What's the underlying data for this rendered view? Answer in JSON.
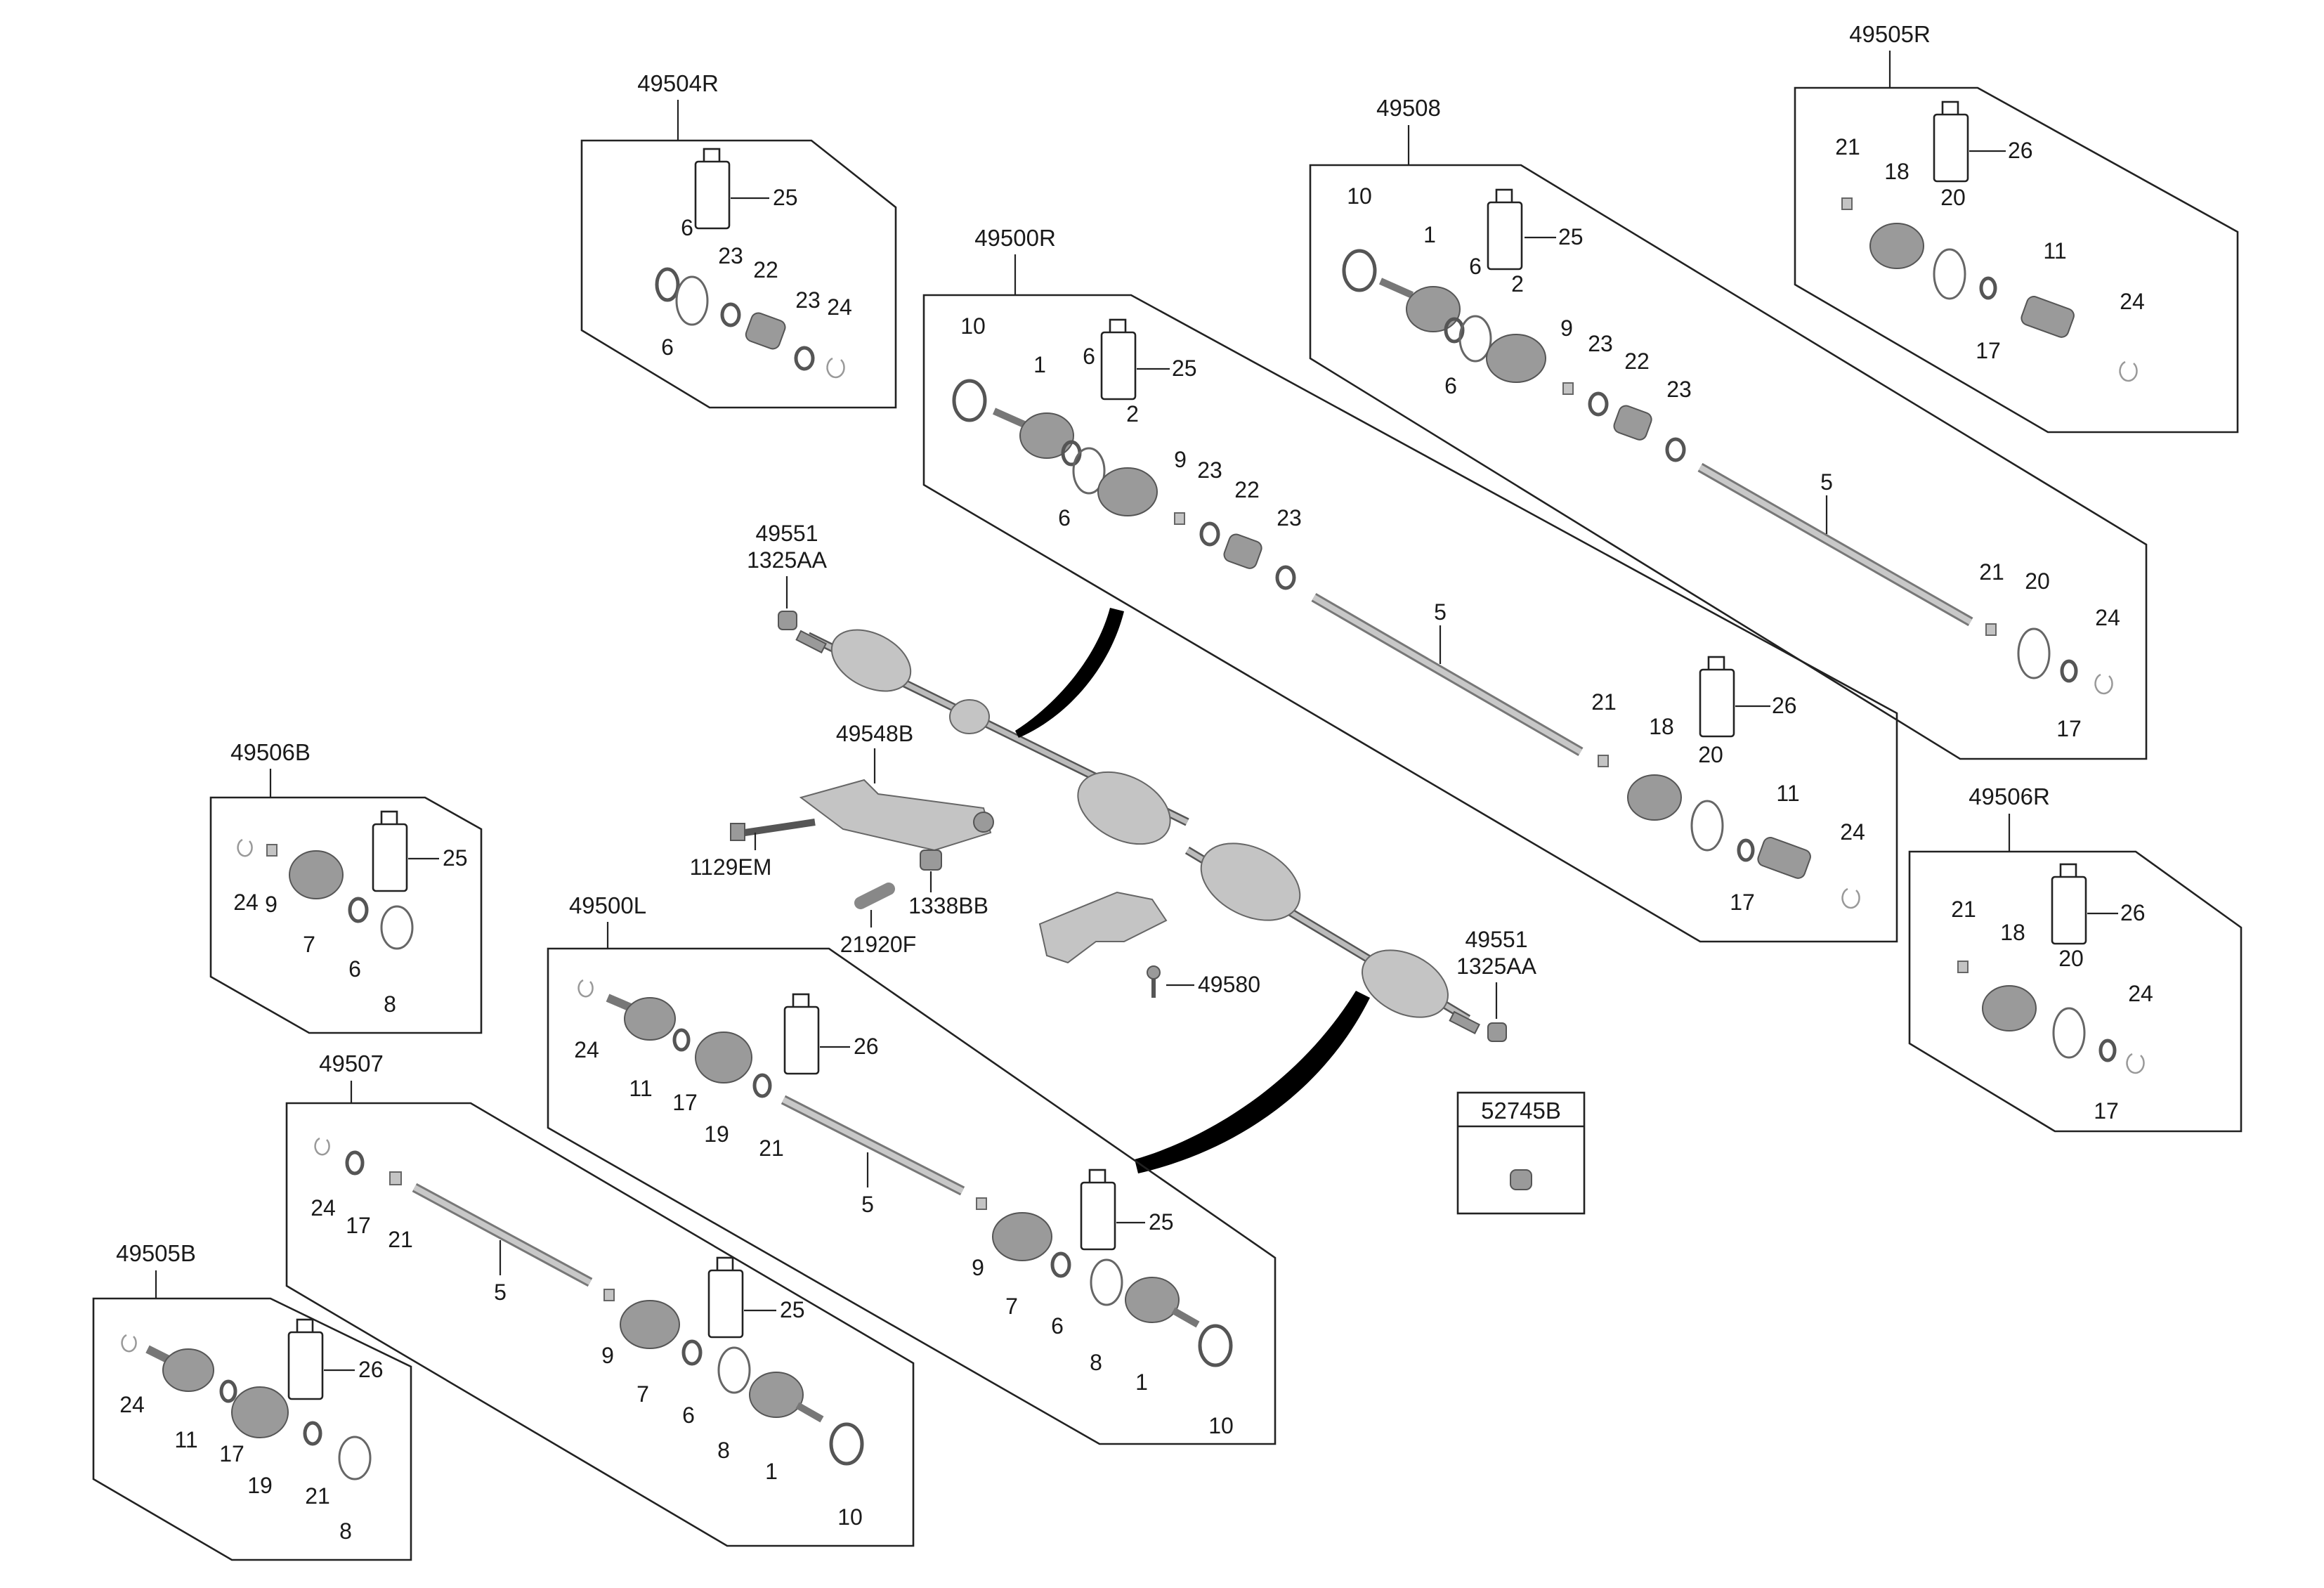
{
  "groups": {
    "g49504R": "49504R",
    "g49500R": "49500R",
    "g49508": "49508",
    "g49505R": "49505R",
    "g49506B": "49506B",
    "g49500L": "49500L",
    "g49507": "49507",
    "g49505B": "49505B",
    "g49506R": "49506R",
    "g52745B": "52745B"
  },
  "center": {
    "p49551_top": "49551",
    "p1325AA_top": "1325AA",
    "p49551_bot": "49551",
    "p1325AA_bot": "1325AA",
    "p49548B": "49548B",
    "p1129EM": "1129EM",
    "p1338BB": "1338BB",
    "p21920F": "21920F",
    "p49580": "49580"
  },
  "numbers": {
    "n1": "1",
    "n2": "2",
    "n5": "5",
    "n6": "6",
    "n7": "7",
    "n8": "8",
    "n9": "9",
    "n10": "10",
    "n11": "11",
    "n17": "17",
    "n18": "18",
    "n19": "19",
    "n20": "20",
    "n21": "21",
    "n22": "22",
    "n23": "23",
    "n24": "24",
    "n25": "25",
    "n26": "26"
  },
  "icons": {
    "bottle": "grease-bottle-icon",
    "ring": "seal-ring-icon",
    "boot": "cv-boot-icon",
    "joint": "cv-joint-icon",
    "shaft": "shaft-bar-icon",
    "clip": "circlip-icon",
    "bracket": "bearing-bracket-icon",
    "nut": "axle-nut-icon"
  },
  "colors": {
    "line": "#222222",
    "part_dark": "#9a9a9a",
    "part_light": "#c4c4c4",
    "arrow": "#000000",
    "background": "#ffffff"
  }
}
